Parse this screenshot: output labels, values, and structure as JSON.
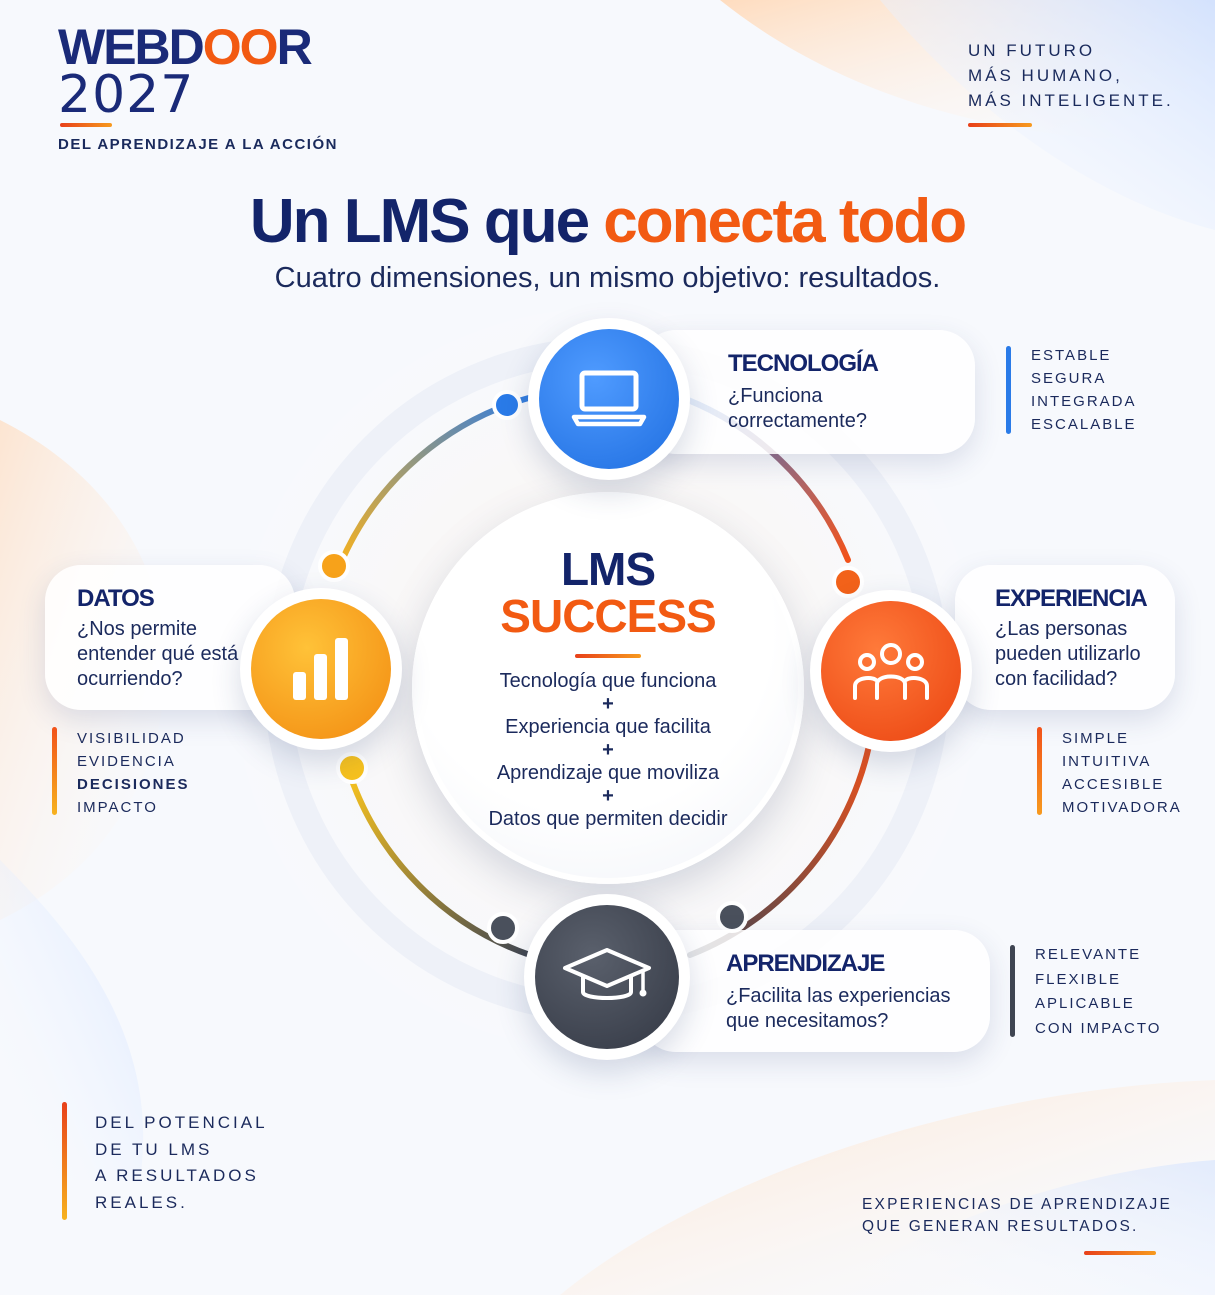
{
  "brand": {
    "name_part1": "WEBD",
    "name_part2": "OO",
    "name_part3": "R",
    "year": "2027",
    "tagline": "DEL APRENDIZAJE A LA ACCIÓN"
  },
  "top_right": [
    "UN FUTURO",
    "MÁS HUMANO,",
    "MÁS INTELIGENTE."
  ],
  "headline": {
    "part1": "Un LMS que ",
    "part2": "conecta todo"
  },
  "subheadline": "Cuatro dimensiones, un mismo objetivo: resultados.",
  "center": {
    "title_line1": "LMS",
    "title_line2": "SUCCESS",
    "items": [
      "Tecnología que funciona",
      "+",
      "Experiencia que facilita",
      "+",
      "Aprendizaje que moviliza",
      "+",
      "Datos que permiten decidir"
    ]
  },
  "dimensions": {
    "tecnologia": {
      "title": "TECNOLOGÍA",
      "question_line1": "¿Funciona",
      "question_line2": "correctamente?",
      "keywords": [
        "ESTABLE",
        "SEGURA",
        "INTEGRADA",
        "ESCALABLE"
      ],
      "icon": "laptop-icon",
      "color": "#2a7be8"
    },
    "experiencia": {
      "title": "EXPERIENCIA",
      "question_line1": "¿Las personas",
      "question_line2": "pueden utilizarlo",
      "question_line3": "con facilidad?",
      "keywords": [
        "SIMPLE",
        "INTUITIVA",
        "ACCESIBLE",
        "MOTIVADORA"
      ],
      "icon": "people-icon",
      "color": "#f2521a"
    },
    "aprendizaje": {
      "title": "APRENDIZAJE",
      "question_line1": "¿Facilita las experiencias",
      "question_line2": "que necesitamos?",
      "keywords": [
        "RELEVANTE",
        "FLEXIBLE",
        "APLICABLE",
        "CON IMPACTO"
      ],
      "icon": "graduation-cap-icon",
      "color": "#3f4552"
    },
    "datos": {
      "title": "DATOS",
      "question_line1": "¿Nos permite",
      "question_line2": "entender qué está",
      "question_line3": "ocurriendo?",
      "keywords": [
        "VISIBILIDAD",
        "EVIDENCIA",
        "DECISIONES",
        "IMPACTO"
      ],
      "icon": "bar-chart-icon",
      "color": "#f7a21a"
    }
  },
  "bottom_left": [
    "DEL POTENCIAL",
    "DE TU LMS",
    "A RESULTADOS",
    "REALES."
  ],
  "bottom_right": [
    "EXPERIENCIAS DE APRENDIZAJE",
    "QUE GENERAN RESULTADOS."
  ]
}
